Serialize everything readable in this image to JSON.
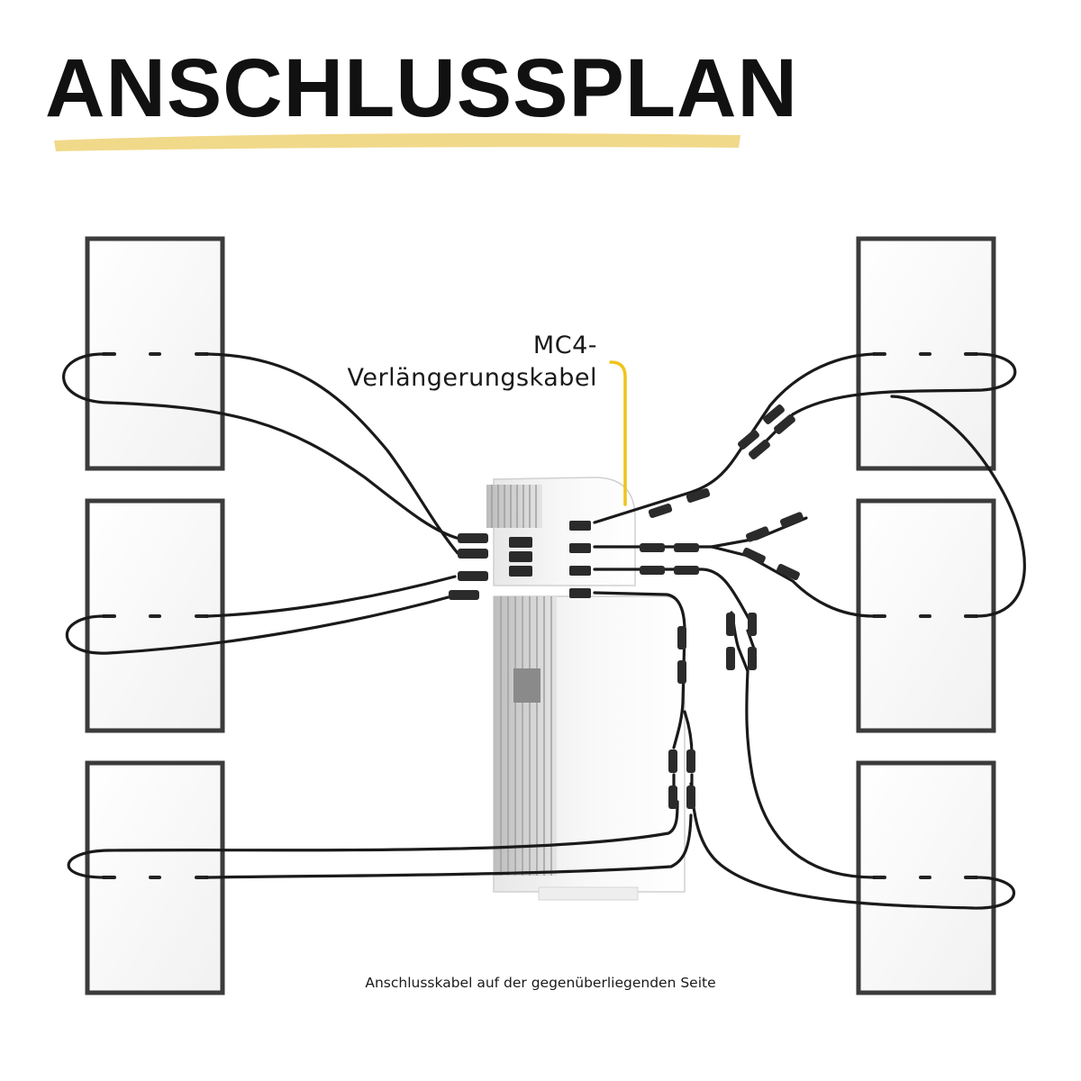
{
  "title": "ANSCHLUSSPLAN",
  "callout": {
    "line1": "MC4-",
    "line2": "Verlängerungskabel"
  },
  "footnote": "Anschlusskabel auf der gegenüberliegenden Seite",
  "colors": {
    "accent_underline": "#f1d98a",
    "callout_line": "#f0c419",
    "cable": "#1a1a1a",
    "panel_frame": "#3b3b3b",
    "panel_face": "#fbfbfb"
  },
  "components": {
    "solar_panels": 6,
    "inverter": "microinverter-unit"
  }
}
